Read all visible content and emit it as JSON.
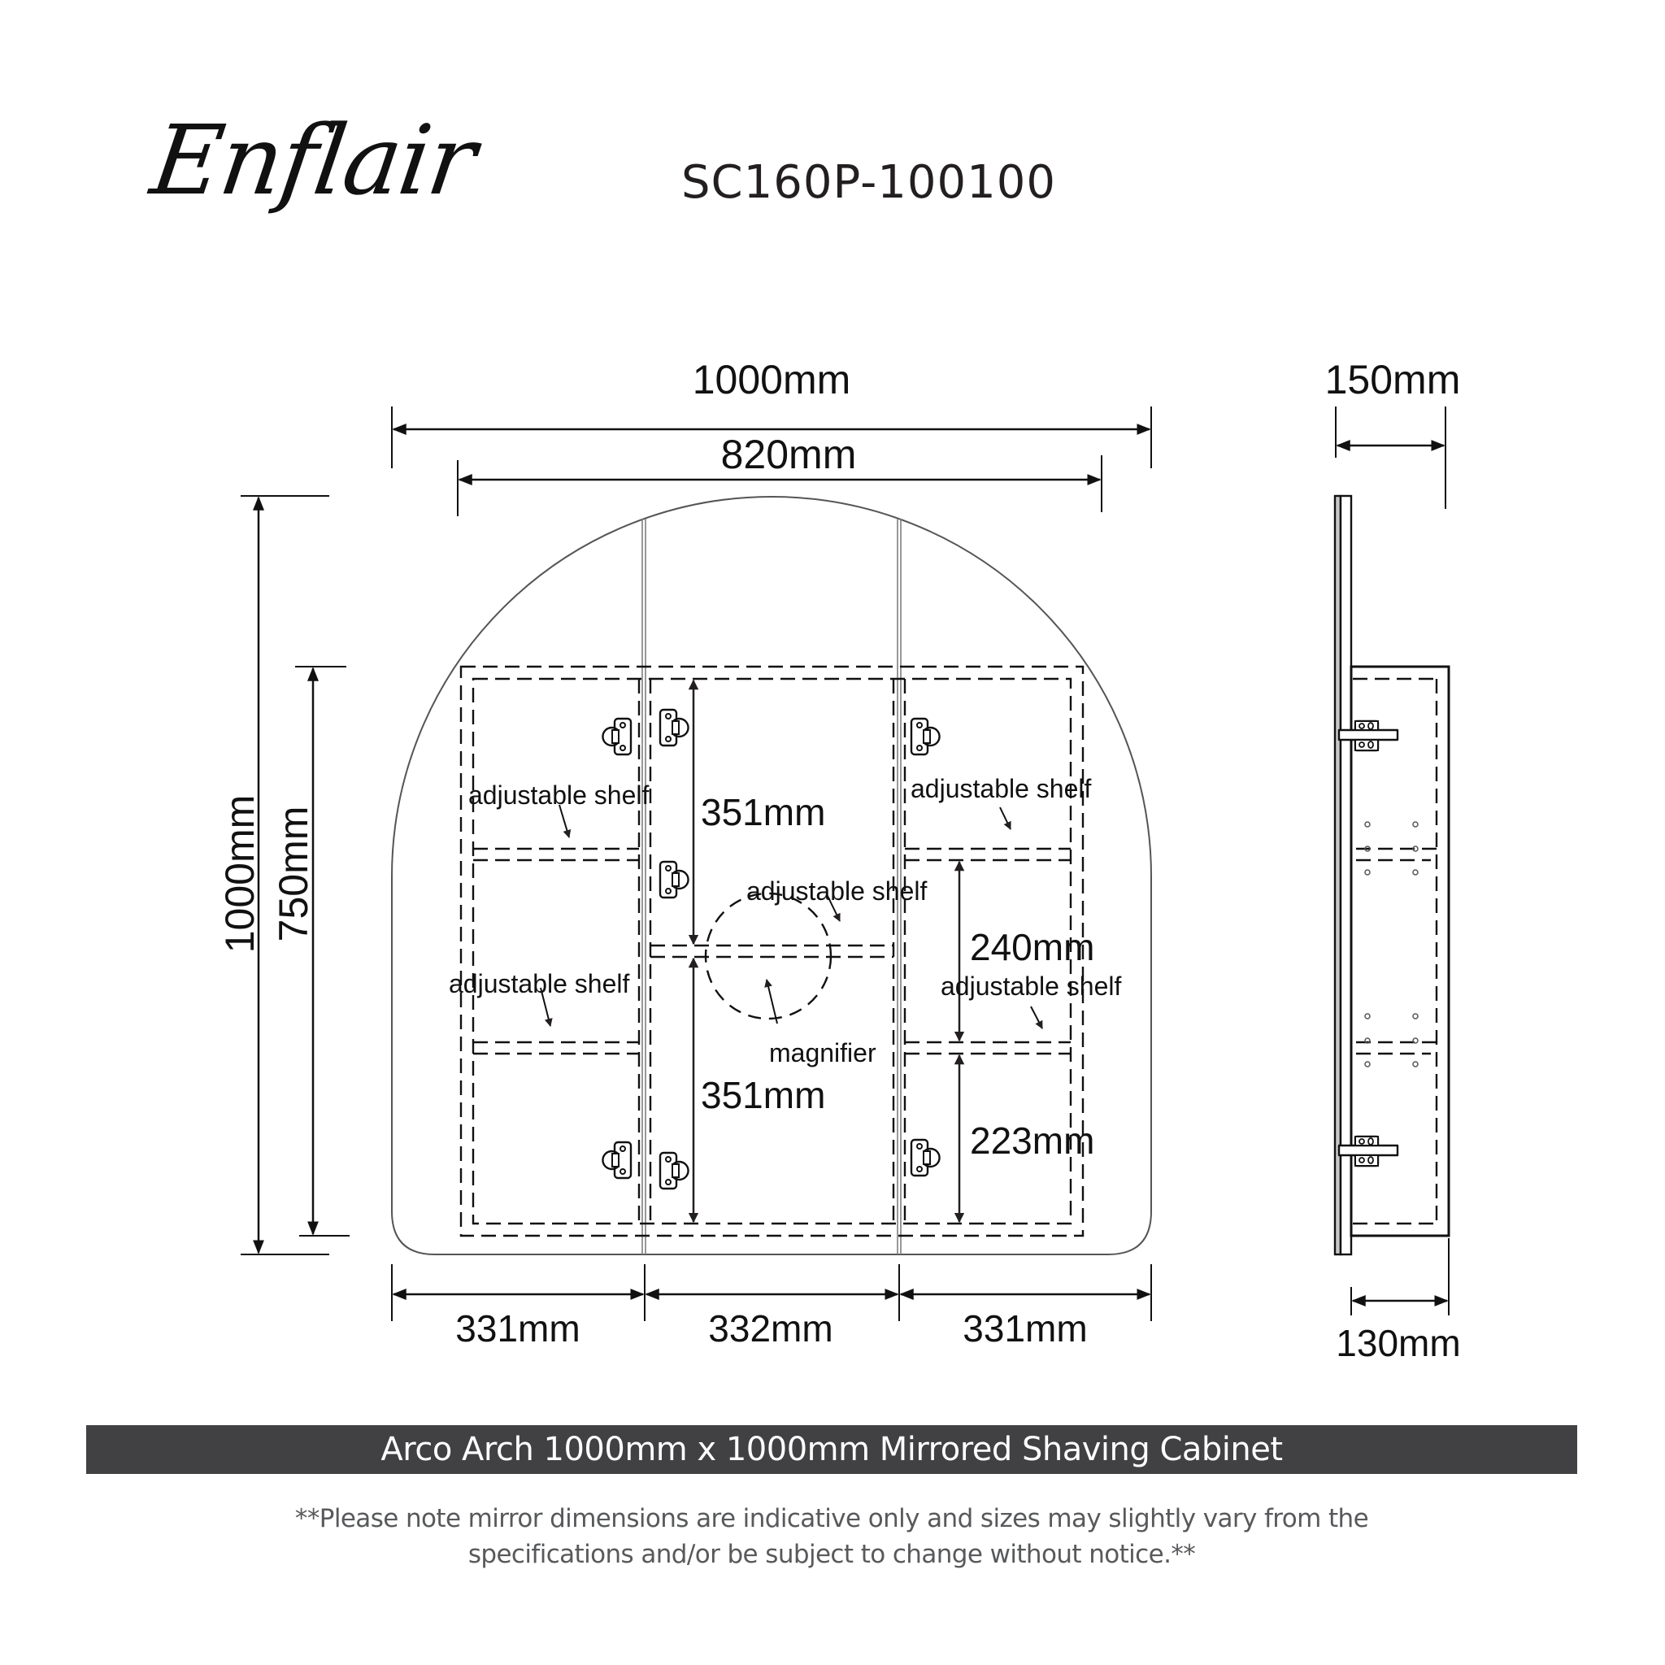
{
  "header": {
    "brand_logo": "Enflair",
    "model_number": "SC160P-100100"
  },
  "front_view": {
    "overall_width": "1000mm",
    "cabinet_width": "820mm",
    "overall_height": "1000mm",
    "cabinet_height": "750mm",
    "door_widths": [
      "331mm",
      "332mm",
      "331mm"
    ],
    "center_compartment_heights": [
      "351mm",
      "351mm"
    ],
    "right_compartment_heights": [
      "240mm",
      "223mm"
    ],
    "labels": {
      "left_upper_shelf": "adjustable shelf",
      "left_lower_shelf": "adjustable shelf",
      "center_shelf": "adjustable shelf",
      "right_upper_shelf": "adjustable shelf",
      "right_lower_shelf": "adjustable shelf",
      "magnifier": "magnifier"
    }
  },
  "side_view": {
    "overall_depth": "150mm",
    "cabinet_depth": "130mm"
  },
  "footer": {
    "product_title": "Arco Arch 1000mm x 1000mm Mirrored Shaving Cabinet",
    "disclaimer_line1": "**Please note mirror dimensions are indicative only and sizes may slightly vary from the",
    "disclaimer_line2": "specifications and/or be subject to change without notice.**"
  },
  "colors": {
    "banner_bg": "#414042",
    "banner_text": "#ffffff",
    "line": "#111111",
    "note_text": "#58595b"
  }
}
